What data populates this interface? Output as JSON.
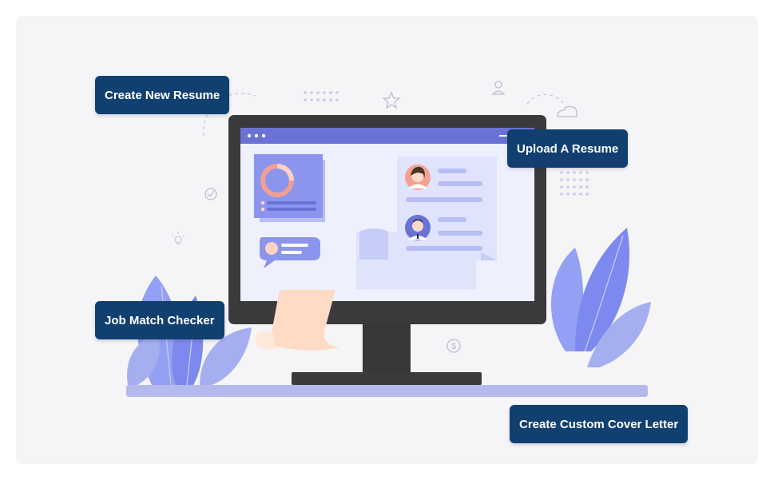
{
  "actions": {
    "create_new_resume": "Create New Resume",
    "upload_resume": "Upload A Resume",
    "job_match_checker": "Job Match Checker",
    "create_cover_letter": "Create Custom Cover Letter"
  },
  "icons": [
    "star-icon",
    "person-icon",
    "cloud-icon",
    "check-circle-icon",
    "lightbulb-icon",
    "dollar-icon",
    "user-avatar-icon"
  ],
  "colors": {
    "button_bg": "#113f6f",
    "button_text": "#ffffff",
    "canvas_bg": "#f5f5f7",
    "accent_blue": "#7b87ee",
    "screen_bar": "#6a72d6",
    "monitor_frame": "#3a3a3c"
  }
}
